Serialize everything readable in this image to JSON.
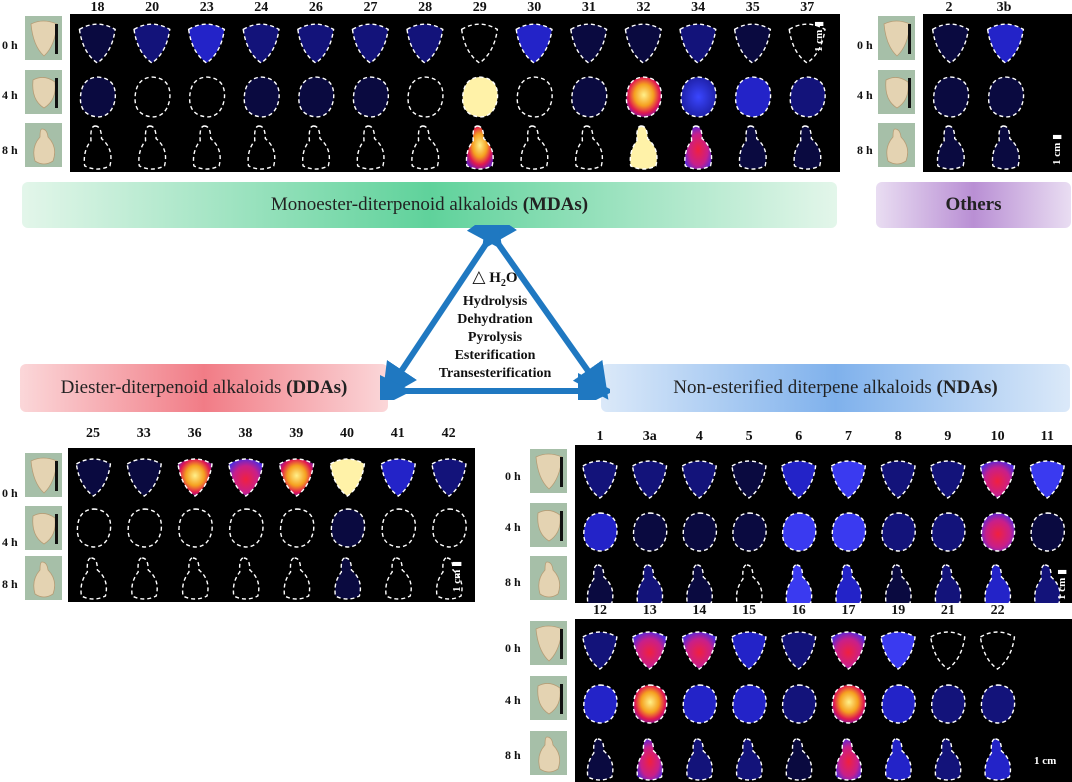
{
  "mdas": {
    "compounds": [
      "18",
      "20",
      "23",
      "24",
      "26",
      "27",
      "28",
      "29",
      "30",
      "31",
      "32",
      "34",
      "35",
      "37"
    ],
    "rows": [
      "0 h",
      "4 h",
      "8 h"
    ],
    "scale": "1 cm",
    "banner_text": "Monoester-diterpenoid alkaloids",
    "banner_abbr": "(MDAs)"
  },
  "others": {
    "compounds": [
      "2",
      "3b"
    ],
    "rows": [
      "0 h",
      "4 h",
      "8 h"
    ],
    "scale": "1 cm",
    "banner_text": "Others"
  },
  "ddas": {
    "compounds": [
      "25",
      "33",
      "36",
      "38",
      "39",
      "40",
      "41",
      "42"
    ],
    "rows": [
      "0 h",
      "4 h",
      "8 h"
    ],
    "scale": "1 cm",
    "banner_text": "Diester-diterpenoid alkaloids",
    "banner_abbr": "(DDAs)"
  },
  "ndas": {
    "compounds_top": [
      "1",
      "3a",
      "4",
      "5",
      "6",
      "7",
      "8",
      "9",
      "10",
      "11"
    ],
    "compounds_bottom": [
      "12",
      "13",
      "14",
      "15",
      "16",
      "17",
      "19",
      "21",
      "22"
    ],
    "rows": [
      "0 h",
      "4 h",
      "8 h"
    ],
    "scale": "1 cm",
    "banner_text": "Non-esterified diterpene alkaloids",
    "banner_abbr": "(NDAs)"
  },
  "center": {
    "delta": "△",
    "h2o_main": "H",
    "h2o_sub": "2",
    "h2o_end": "O",
    "processes": [
      "Hydrolysis",
      "Dehydration",
      "Pyrolysis",
      "Esterification",
      "Transesterification"
    ]
  },
  "colors": {
    "mda_banner": "#bfe9cf",
    "others_banner": "#d7c3e6",
    "dda_banner": "#f7c4c8",
    "nda_banner": "#c7dcf5",
    "arrow": "#1f78c1",
    "heat_bg": "#000000"
  }
}
